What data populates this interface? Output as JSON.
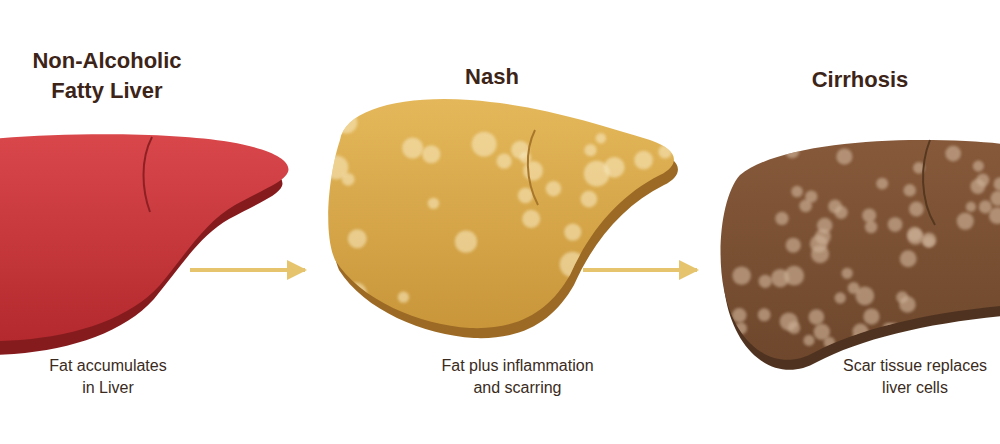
{
  "diagram": {
    "nodes": [
      {
        "text": [
          "Non-Alcoholic Fatty Liver",
          "Fat accumulates in Liver"
        ]
      },
      {
        "text": [
          "Nash",
          "Fat plus inflammation and scarring"
        ]
      },
      {
        "text": [
          "Cirrhosis",
          "Scar tissue replaces liver cells"
        ]
      }
    ],
    "edges": [
      {
        "from": 0,
        "to": 1,
        "arrow": "to"
      },
      {
        "from": 1,
        "to": 2,
        "arrow": "to"
      }
    ]
  }
}
